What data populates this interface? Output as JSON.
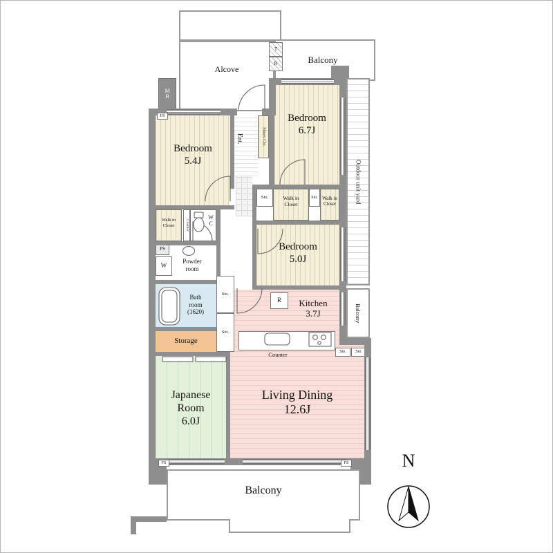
{
  "colors": {
    "wall": "#8e8e8e",
    "line": "#777777",
    "bedroom_floor": "#f5efd9",
    "bedroom_stripe": "#d9d2b4",
    "japanese_floor": "#e3f0da",
    "japanese_stripe": "#c3ddc0",
    "living_floor": "#f9dfda",
    "living_stripe": "#efc9c3",
    "bath_floor": "#d9e9f1",
    "storage_floor": "#f3c493"
  },
  "rooms": {
    "alcove": {
      "name": "Alcove"
    },
    "balcony_top": {
      "name": "Balcony"
    },
    "bedroom1": {
      "name": "Bedroom",
      "size": "5.4J"
    },
    "bedroom2": {
      "name": "Bedroom",
      "size": "6.7J"
    },
    "bedroom3": {
      "name": "Bedroom",
      "size": "5.0J"
    },
    "kitchen": {
      "name": "Kitchen",
      "size": "3.7J"
    },
    "japanese": {
      "line1": "Japanese",
      "line2": "Room",
      "size": "6.0J"
    },
    "living": {
      "name": "Living Dining",
      "size": "12.6J"
    },
    "powder": {
      "line1": "Powder",
      "line2": "room"
    },
    "bath": {
      "line1": "Bath",
      "line2": "room",
      "line3": "(1620)"
    },
    "storage": {
      "name": "Storage"
    },
    "balcony_right": {
      "name": "Balcony"
    },
    "balcony_bottom": {
      "name": "Balcony"
    },
    "outdoor_yard": {
      "name": "Outdoor unit yard"
    },
    "ent": {
      "name": "Ent."
    },
    "shoes": {
      "name": "Shoes Clo."
    },
    "wic": {
      "line1": "Walk in",
      "line2": "Closet"
    }
  },
  "small_labels": {
    "sto": "Sto.",
    "mb_m": "M",
    "mb_b": "B",
    "tr_t": "T",
    "tr_r": "R",
    "wc_w": "W",
    "wc_c": "C",
    "ps": "PS",
    "washer": "W",
    "fridge": "R",
    "counter": "Counter",
    "counter_small": "Counter",
    "fs": "FS"
  },
  "compass": {
    "north": "N"
  }
}
